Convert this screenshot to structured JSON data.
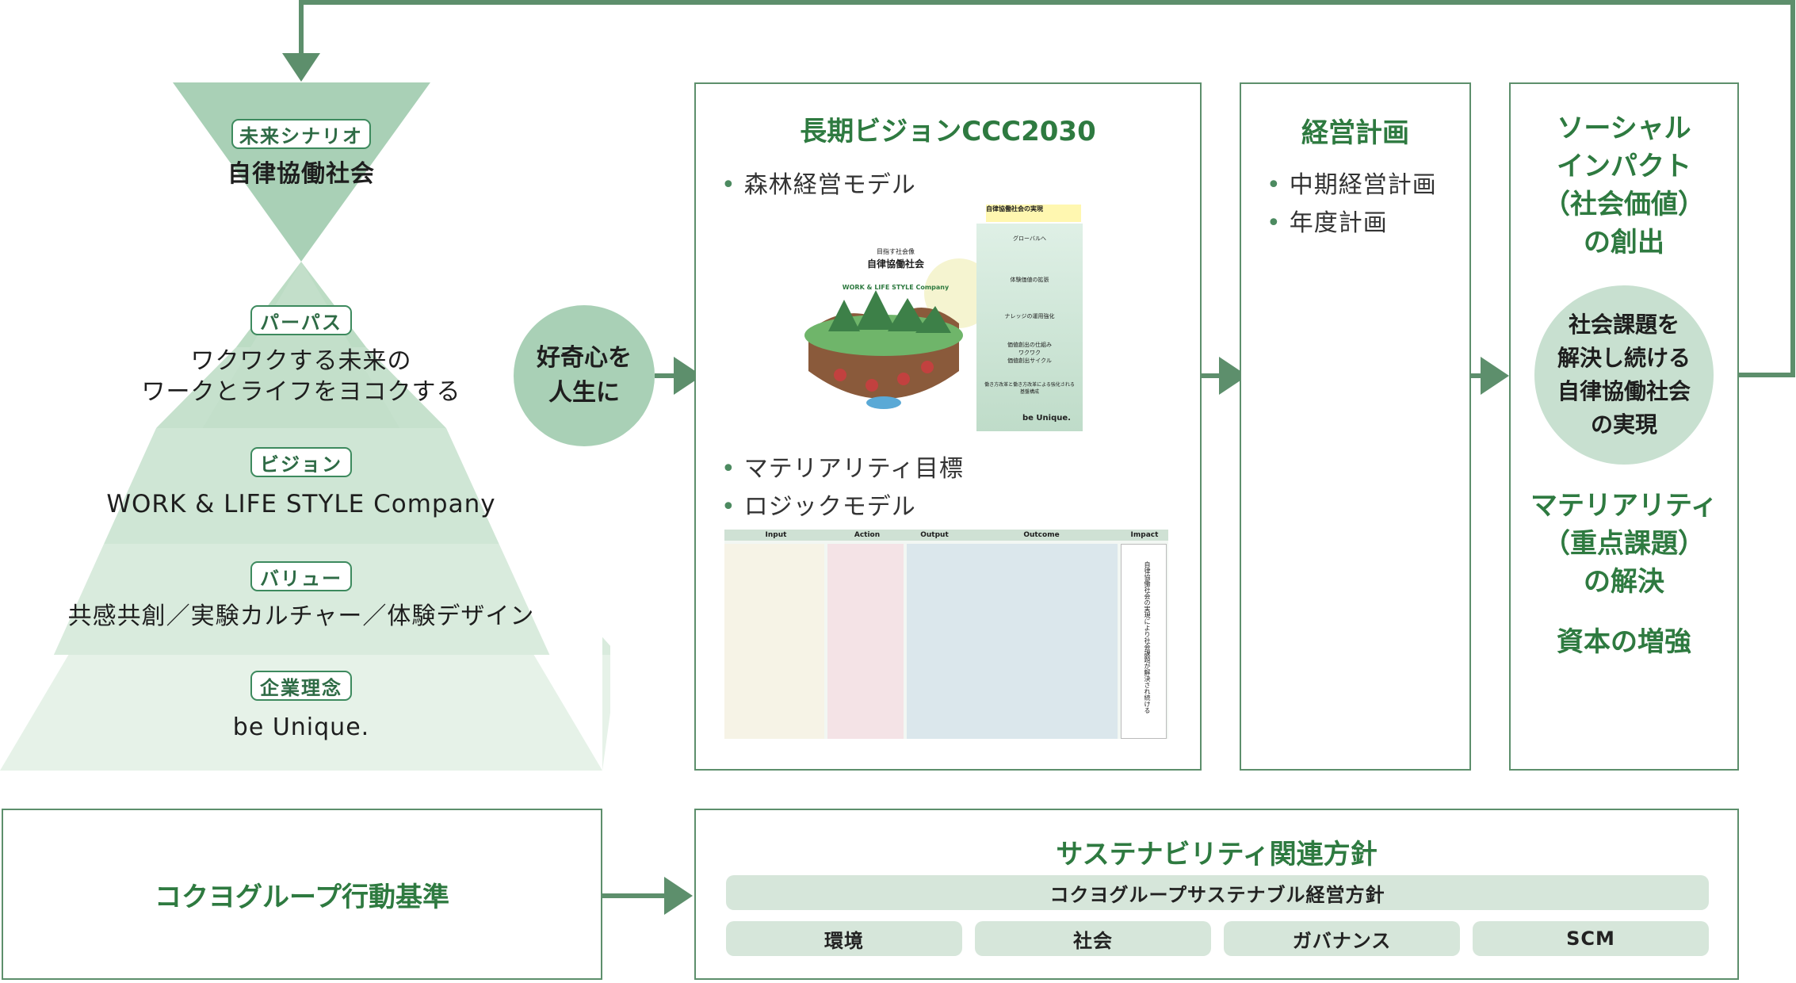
{
  "pyramid": {
    "future_scenario": {
      "tag": "未来シナリオ",
      "text": "自律協働社会"
    },
    "purpose": {
      "tag": "パーパス",
      "line1": "ワクワクする未来の",
      "line2": "ワークとライフをヨコクする"
    },
    "vision": {
      "tag": "ビジョン",
      "text": "WORK & LIFE STYLE Company"
    },
    "value": {
      "tag": "バリュー",
      "text": "共感共創／実験カルチャー／体験デザイン"
    },
    "philosophy": {
      "tag": "企業理念",
      "text": "be Unique."
    }
  },
  "curiosity": {
    "line1": "好奇心を",
    "line2": "人生に"
  },
  "ltv_box": {
    "title": "長期ビジョンCCC2030",
    "bullet_forest": "森林経営モデル",
    "bullet_materiality": "マテリアリティ目標",
    "bullet_logic": "ロジックモデル",
    "forest_fig": {
      "society_small": "目指す社会像",
      "society": "自律協働社会",
      "company": "WORK & LIFE STYLE Company",
      "realize": "自律協働社会の実現",
      "steps": [
        "グローバルへ",
        "体験価値の拡張",
        "ナレッジの運用強化",
        "価値創出の仕組み\nワクワク\n価値創出サイクル",
        "働き方改革と働き方改革による強化される\n基盤構成"
      ],
      "bottom": "be Unique."
    },
    "logic_fig": {
      "headers": [
        "Input",
        "Action",
        "Output",
        "Outcome",
        "Impact"
      ],
      "impact_text": "自律協働社会の実現により社会課題が解決され続ける"
    }
  },
  "plan_box": {
    "title": "経営計画",
    "bullet1": "中期経営計画",
    "bullet2": "年度計画"
  },
  "impact_box": {
    "title_l1": "ソーシャル",
    "title_l2": "インパクト",
    "title_l3": "（社会価値）",
    "title_l4": "の創出",
    "circle_l1": "社会課題を",
    "circle_l2": "解決し続ける",
    "circle_l3": "自律協働社会",
    "circle_l4": "の実現",
    "mat_l1": "マテリアリティ",
    "mat_l2": "（重点課題）",
    "mat_l3": "の解決",
    "capital": "資本の増強"
  },
  "conduct_box": {
    "title": "コクヨグループ行動基準"
  },
  "sustain_box": {
    "title": "サステナビリティ関連方針",
    "policy": "コクヨグループサステナブル経営方針",
    "items": [
      "環境",
      "社会",
      "ガバナンス",
      "SCM"
    ]
  },
  "colors": {
    "accent": "#2e7a40",
    "frame": "#5d8f6c",
    "pill": "#d6e6da",
    "circle": "#c8e0d0"
  }
}
